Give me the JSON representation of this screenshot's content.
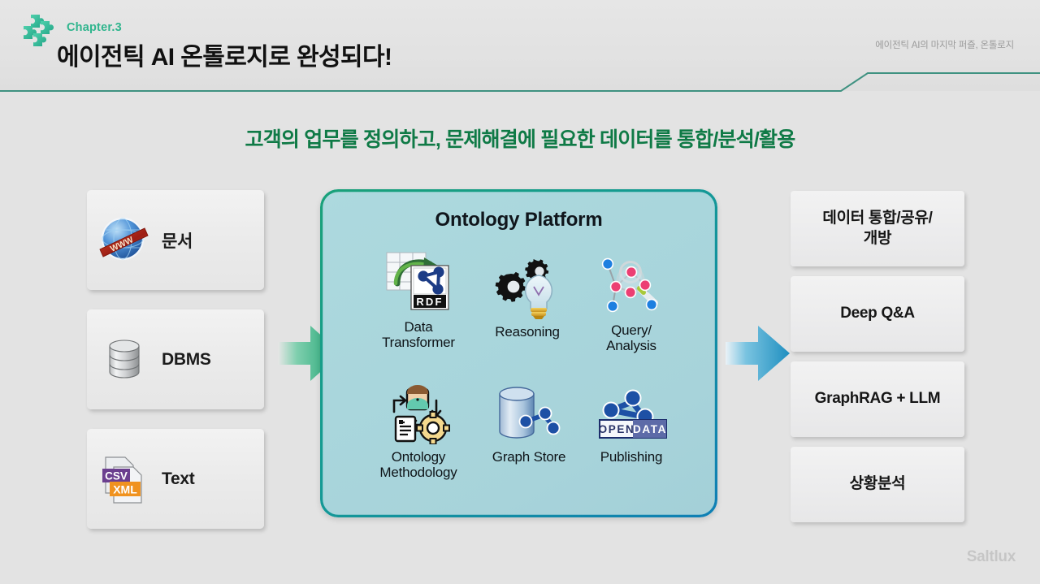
{
  "header": {
    "chapter": "Chapter.3",
    "title": "에이전틱 AI 온톨로지로 완성되다!",
    "tagline": "에이전틱 AI의 마지막 퍼즐, 온톨로지",
    "accent_color": "#2fb58d",
    "puzzle_icon": "puzzle-pieces-icon"
  },
  "subtitle": "고객의 업무를 정의하고, 문제해결에 필요한 데이터를 통합/분석/활용",
  "subtitle_color": "#0f7a46",
  "sources": [
    {
      "label": "문서",
      "icon": "globe-www-icon"
    },
    {
      "label": "DBMS",
      "icon": "database-cylinder-icon"
    },
    {
      "label": "Text",
      "icon": "csv-xml-files-icon"
    }
  ],
  "flow": {
    "left_arrow": {
      "icon": "arrow-right-icon",
      "color": "#2ea87e"
    },
    "right_arrow": {
      "icon": "arrow-right-icon",
      "color": "#2e9fc8"
    }
  },
  "platform": {
    "title": "Ontology Platform",
    "fill_color": "#a8d5db",
    "border_start_color": "#1aa179",
    "border_end_color": "#0f7fb5",
    "modules": [
      {
        "label": "Data\nTransformer",
        "icon": "rdf-transform-icon"
      },
      {
        "label": "Reasoning",
        "icon": "gears-lightbulb-icon"
      },
      {
        "label": "Query/\nAnalysis",
        "icon": "graph-magnifier-icon"
      },
      {
        "label": "Ontology\nMethodology",
        "icon": "person-gear-document-icon"
      },
      {
        "label": "Graph Store",
        "icon": "database-graph-icon"
      },
      {
        "label": "Publishing",
        "icon": "open-data-icon"
      }
    ]
  },
  "outputs": [
    {
      "label": "데이터 통합/공유/\n개방"
    },
    {
      "label": "Deep Q&A"
    },
    {
      "label": "GraphRAG + LLM"
    },
    {
      "label": "상황분석"
    }
  ],
  "brand": "Saltlux"
}
